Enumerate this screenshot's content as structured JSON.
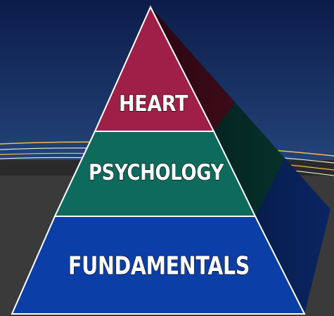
{
  "pyramid": {
    "tiers": [
      {
        "label": "HEART",
        "color": "#a01f48",
        "side_color": "#5a0f24"
      },
      {
        "label": "PSYCHOLOGY",
        "color": "#0e6a5c",
        "side_color": "#073b33"
      },
      {
        "label": "FUNDAMENTALS",
        "color": "#0c3ea8",
        "side_color": "#0a2768"
      }
    ]
  },
  "colors": {
    "sky_top": "#0c1c4a",
    "sky_bottom": "#24457a",
    "ground": "#3a3a3a",
    "road_line": "#f0c040"
  }
}
